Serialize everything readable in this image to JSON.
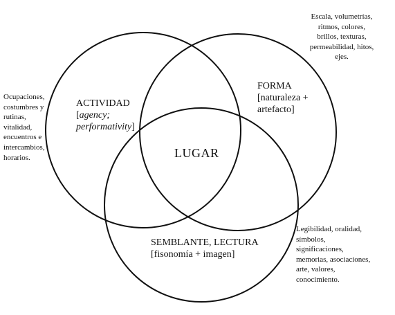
{
  "diagram": {
    "center_label": "LUGAR",
    "circles": {
      "actividad": {
        "title": "ACTIVIDAD",
        "sub_open": "[",
        "sub_italic_1": "agency;",
        "sub_italic_2": "performativity",
        "sub_close": "]"
      },
      "forma": {
        "title": "FORMA",
        "sub_line1": "[naturaleza +",
        "sub_line2": "artefacto]"
      },
      "semblante": {
        "title": "SEMBLANTE, LECTURA",
        "sub_line1": "[fisonomía + imagen]"
      }
    },
    "notes": {
      "forma": "Escala, volumetrías,\nritmos, colores,\nbrillos, texturas,\npermeabilidad, hitos,\nejes.",
      "actividad": "Ocupaciones,\ncostumbres y\nrutinas,\nvitalidad,\nencuentros e\nintercambios,\nhorarios.",
      "semblante": "Legibilidad, oralidad,\nsímbolos,\nsignificaciones,\nmemorias, asociaciones,\narte, valores,\nconocimiento."
    }
  }
}
